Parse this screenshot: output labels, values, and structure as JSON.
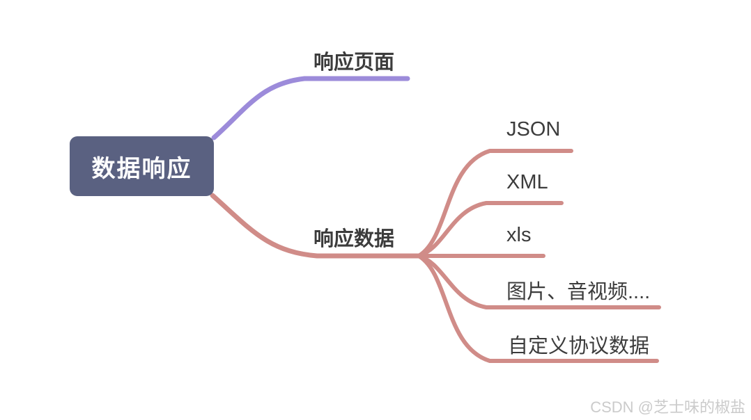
{
  "colors": {
    "root_background": "#5a6181",
    "root_text": "#ffffff",
    "branch_page_line": "#9c8bda",
    "branch_data_line": "#d08c88",
    "label_text": "#3c3c3c",
    "watermark_text": "#cbcbcb",
    "background": "#ffffff"
  },
  "mindmap": {
    "root": {
      "label": "数据响应"
    },
    "branches": [
      {
        "label": "响应页面",
        "color": "#9c8bda",
        "children": []
      },
      {
        "label": "响应数据",
        "color": "#d08c88",
        "children": [
          {
            "label": "JSON"
          },
          {
            "label": "XML"
          },
          {
            "label": "xls"
          },
          {
            "label": "图片、音视频...."
          },
          {
            "label": "自定义协议数据"
          }
        ]
      }
    ]
  },
  "watermark": {
    "text": "CSDN @芝士味的椒盐"
  }
}
